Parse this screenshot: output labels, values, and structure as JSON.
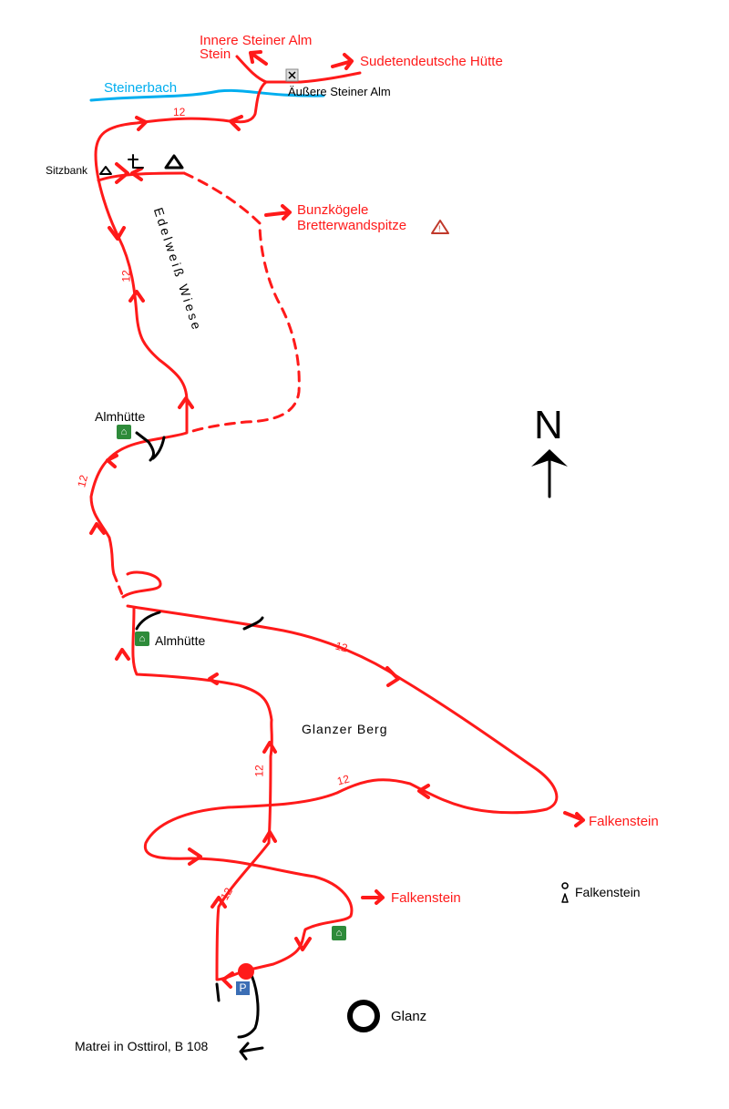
{
  "map": {
    "destinations": {
      "innere_steiner_alm": "Innere Steiner Alm",
      "stein": "Stein",
      "sudetendeutsche_huette": "Sudetendeutsche Hütte",
      "bunzkoegele": "Bunzkögele",
      "bretterwandspitze": "Bretterwandspitze",
      "falkenstein_east": "Falkenstein",
      "falkenstein_south": "Falkenstein"
    },
    "places": {
      "aeussere_steiner_alm": "Äußere Steiner Alm",
      "sitzbank": "Sitzbank",
      "almhuette_upper": "Almhütte",
      "almhuette_lower": "Almhütte",
      "falkenstein_poi": "Falkenstein",
      "glanz": "Glanz",
      "road": "Matrei in Osttirol, B 108"
    },
    "areas": {
      "steinerbach": "Steinerbach",
      "edelweiss_wiese": "Edelweiß Wiese",
      "glanzer_berg": "Glanzer Berg"
    },
    "trail_number": "12",
    "compass": "N",
    "parking": "P",
    "colors": {
      "trail": "#ff1a1a",
      "stream": "#00aeef",
      "hut": "#2e8b3a",
      "parking": "#3b6eb5"
    }
  }
}
